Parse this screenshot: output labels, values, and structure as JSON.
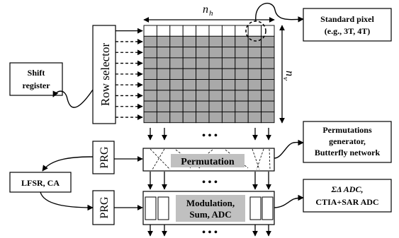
{
  "pixel_array": {
    "width_label": "n",
    "width_subscript": "h",
    "height_label": "n",
    "height_subscript": "v"
  },
  "blocks": {
    "row_selector": "Row selector",
    "shift_register": [
      "Shift",
      "register"
    ],
    "standard_pixel": [
      "Standard pixel",
      "(e.g., 3T, 4T)"
    ],
    "prg_top": "PRG",
    "prg_bottom": "PRG",
    "permutation": "Permutation",
    "permutations_generator": [
      "Permutations",
      "generator,",
      "Butterfly network"
    ],
    "lfsr": "LFSR, CA",
    "modulation": [
      "Modulation,",
      "Sum, ADC"
    ],
    "adc_types": [
      "ΣΔ ADC,",
      "CTIA+SAR ADC"
    ]
  },
  "ellipsis": "• • •",
  "colors": {
    "cell_fill": "#a9a9a9",
    "label_fill": "#c0c0c0",
    "line": "#000000"
  }
}
